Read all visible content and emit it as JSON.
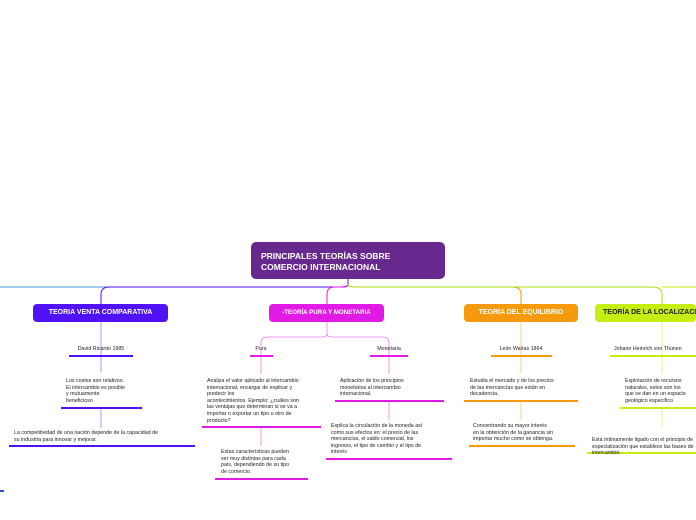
{
  "central": {
    "title_line1": "PRINCIPALES TEORÍAS SOBRE",
    "title_line2": "COMERCIO INTERNACIONAL",
    "color": "#68298f"
  },
  "branches": {
    "comparativa": {
      "title": "TEORIA VENTA COMPARATIVA",
      "color": "#5011f5",
      "author": "David Ricardo 1985",
      "costes": [
        "Los costes son relativos.",
        "El intercambio es posible",
        "y mutuamente",
        "beneficioso"
      ],
      "competitividad": [
        "La competitividad de una nación depende de la capacidad de",
        "su industria para innovar y mejorar."
      ]
    },
    "pura": {
      "title": "-TEORÍA PURA Y MONETARIA",
      "color": "#e21ae6",
      "pura_label": "Pura",
      "pura_text": [
        "Analiza el valor aplicado al intercambio",
        "internacional, encargar de explicar y",
        "predecir los",
        "acontecimientos. Ejemplo: ¿cuáles son",
        "las ventajas que determinan si se va a",
        "importar o exportar un tipo u otro de",
        "producto?"
      ],
      "caracteristicas": [
        "Estas características pueden",
        "ser muy distintas para cada",
        "país, dependiendo de su tipo",
        "de comercio."
      ],
      "monetaria_label": "Monetaria",
      "monetaria_text": [
        "Aplicación de los principios",
        "monetarios al intercambio",
        "internacional."
      ],
      "explica": [
        "Explica la circulación de la moneda así",
        "como sus efectos en: el precio de las",
        "mercancías, el saldo comercial, los",
        "ingresos, el tipo de cambio y el tipo de",
        "interés"
      ]
    },
    "equilibrio": {
      "title": "TEORÍA DEL EQUILIBRIO",
      "color": "#f59a0c",
      "author": "León Walras 1864",
      "estudia": [
        "Estudia el mercado y de los precios",
        "de las mercancías que están en",
        "decadencia."
      ],
      "concentrando": [
        "Concentrando su mayor interés",
        "en la obtención de la ganancia sin",
        "importar mucho como se obtenga."
      ]
    },
    "localizacion": {
      "title": "TEORÍA DE LA LOCALIZACIÓN",
      "color": "#c6ee12",
      "author": "Johann Heinrich von Thünen",
      "explotacion": [
        "Explotación de recursos",
        "naturales, estos son los",
        "que se dan en un espacio",
        "geológico específico"
      ],
      "ligado": [
        "Está íntimamente ligado con el principio de",
        "especialización que establece las bases de",
        "intercambio."
      ]
    }
  }
}
